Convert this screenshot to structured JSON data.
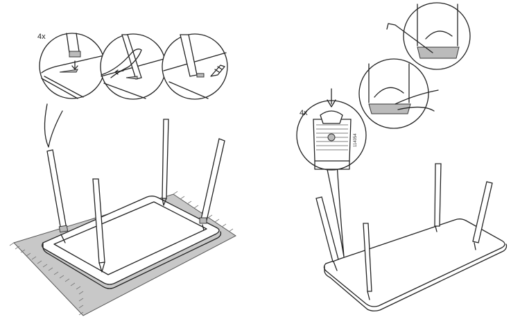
{
  "left_step": {
    "quantity_label": "4x"
  },
  "right_step": {
    "quantity_label": "4x",
    "part_number": "114054"
  }
}
